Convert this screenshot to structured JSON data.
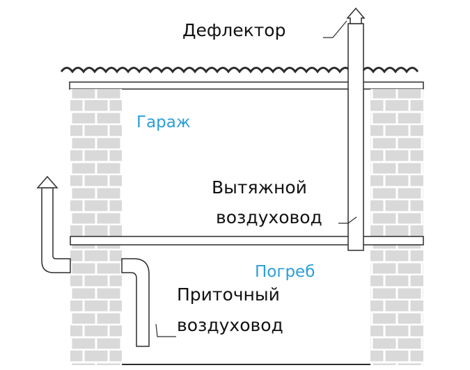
{
  "labels": {
    "deflector": "Дефлектор",
    "garage": "Гараж",
    "exhaust_line1": "Вытяжной",
    "exhaust_line2": "воздуховод",
    "cellar": "Погреб",
    "supply_line1": "Приточный",
    "supply_line2": "воздуховод"
  },
  "colors": {
    "brick_fill": "#d9d9d9",
    "brick_line": "#ffffff",
    "outline": "#2b2b2b",
    "room_label": "#2a9fd8",
    "text": "#111111"
  }
}
